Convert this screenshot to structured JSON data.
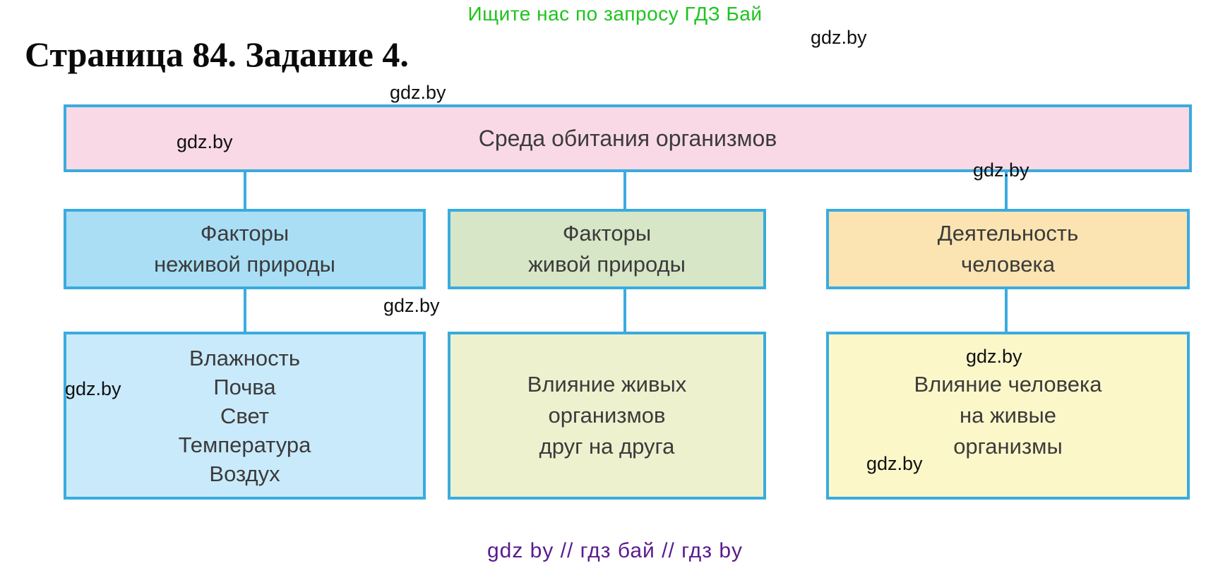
{
  "promo": {
    "text": "Ищите нас по запросу ГДЗ Бай",
    "color": "#1ec41e"
  },
  "heading": {
    "text": "Страница 84. Задание 4."
  },
  "watermark": {
    "text": "gdz.by"
  },
  "footer": {
    "text": "gdz by  //  гдз бай  //  гдз by",
    "color": "#5a1b8e"
  },
  "diagram": {
    "border_color": "#3aabdf",
    "text_color": "#3b3b3b",
    "root": {
      "label": "Среда обитания организмов",
      "fill": "#f9d9e5"
    },
    "level1": [
      {
        "id": "abiotic-factors",
        "label": "Факторы\nнеживой природы",
        "fill": "#a9def5"
      },
      {
        "id": "biotic-factors",
        "label": "Факторы\nживой природы",
        "fill": "#d6e6c6"
      },
      {
        "id": "human-activity",
        "label": "Деятельность\nчеловека",
        "fill": "#fbe4b1"
      }
    ],
    "level2": [
      {
        "id": "abiotic-examples",
        "label": "Влажность\nПочва\nСвет\nТемпература\nВоздух",
        "fill": "#c9eafb"
      },
      {
        "id": "biotic-examples",
        "label": "Влияние живых\nорганизмов\nдруг на друга",
        "fill": "#eef1ce"
      },
      {
        "id": "human-examples",
        "label": "Влияние человека\nна живые\nорганизмы",
        "fill": "#fcf7c9"
      }
    ]
  }
}
